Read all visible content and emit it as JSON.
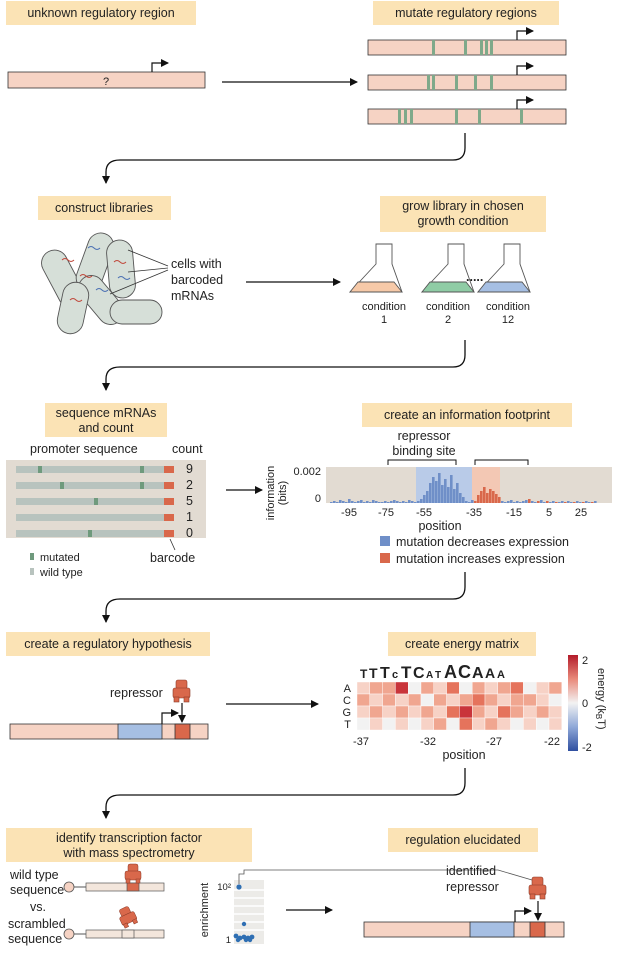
{
  "steps": {
    "unknown": "unknown regulatory region",
    "mutate": "mutate regulatory regions",
    "construct": "construct libraries",
    "grow_1": "grow library in chosen",
    "grow_2": "growth condition",
    "sequence_1": "sequence mRNAs",
    "sequence_2": "and count",
    "footprint": "create an information footprint",
    "hypothesis": "create a regulatory hypothesis",
    "energy": "create energy matrix",
    "identify_1": "identify transcription factor",
    "identify_2": "with mass spectrometry",
    "elucidated": "regulation elucidated"
  },
  "unknown_mark": "?",
  "cells_label": [
    "cells with",
    "barcoded",
    "mRNAs"
  ],
  "conditions": [
    {
      "name": "condition",
      "num": "1",
      "color": "#f6c9a8"
    },
    {
      "name": "condition",
      "num": "2",
      "color": "#8fcca5"
    },
    {
      "name": "condition",
      "num": "12",
      "color": "#a6bfe3"
    }
  ],
  "dots": ".....",
  "seq_table": {
    "header_seq": "promoter sequence",
    "header_count": "count",
    "counts": [
      "9",
      "2",
      "5",
      "1",
      "0"
    ],
    "legend_mutated": "mutated",
    "legend_wild": "wild type",
    "barcode": "barcode"
  },
  "footprint_chart": {
    "ylabel_1": "information",
    "ylabel_2": "(bits)",
    "ytick_top": "0.002",
    "ytick_zero": "0",
    "xticks": [
      "-95",
      "-75",
      "-55",
      "-35",
      "-15",
      "5",
      "25"
    ],
    "xlabel": "position",
    "binding_1": "repressor",
    "binding_2": "binding site",
    "legend_decrease": "mutation decreases expression",
    "legend_increase": "mutation increases expression",
    "color_decrease": "#6f8fc8",
    "color_increase": "#d9684b"
  },
  "hypothesis_label": "repressor",
  "energy_matrix": {
    "rows": [
      "A",
      "C",
      "G",
      "T"
    ],
    "xticks": [
      "-37",
      "-32",
      "-27",
      "-22"
    ],
    "xlabel": "position",
    "cbar_label": "energy (k",
    "cbar_sub": "B",
    "cbar_end": "T)",
    "cbar_ticks": [
      "2",
      "0",
      "-2"
    ],
    "logo": "TTTcTCATACAAA"
  },
  "mass_spec": {
    "wild_1": "wild type",
    "wild_2": "sequence",
    "vs": "vs.",
    "scr_1": "scrambled",
    "scr_2": "sequence",
    "ylabel": "enrichment",
    "ytick_top": "10²",
    "ytick_bottom": "1"
  },
  "identified_1": "identified",
  "identified_2": "repressor"
}
